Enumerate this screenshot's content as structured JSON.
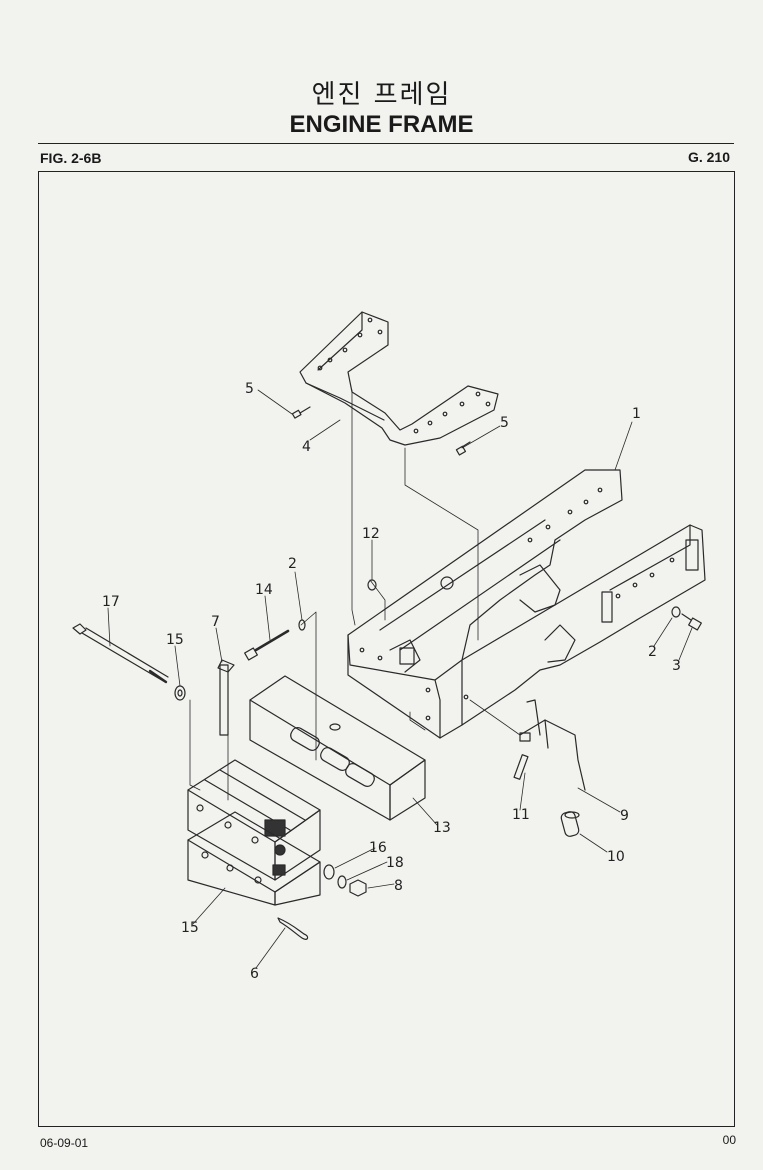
{
  "header": {
    "title_korean": "엔진 프레임",
    "title_english": "ENGINE FRAME",
    "figure_number": "FIG. 2-6B",
    "group_code": "G. 210"
  },
  "diagram": {
    "callouts": [
      "1",
      "2",
      "2",
      "3",
      "4",
      "5",
      "5",
      "6",
      "7",
      "8",
      "9",
      "10",
      "11",
      "12",
      "13",
      "14",
      "15",
      "15",
      "16",
      "17",
      "18"
    ]
  },
  "footer": {
    "date": "06-09-01",
    "page": "00"
  }
}
